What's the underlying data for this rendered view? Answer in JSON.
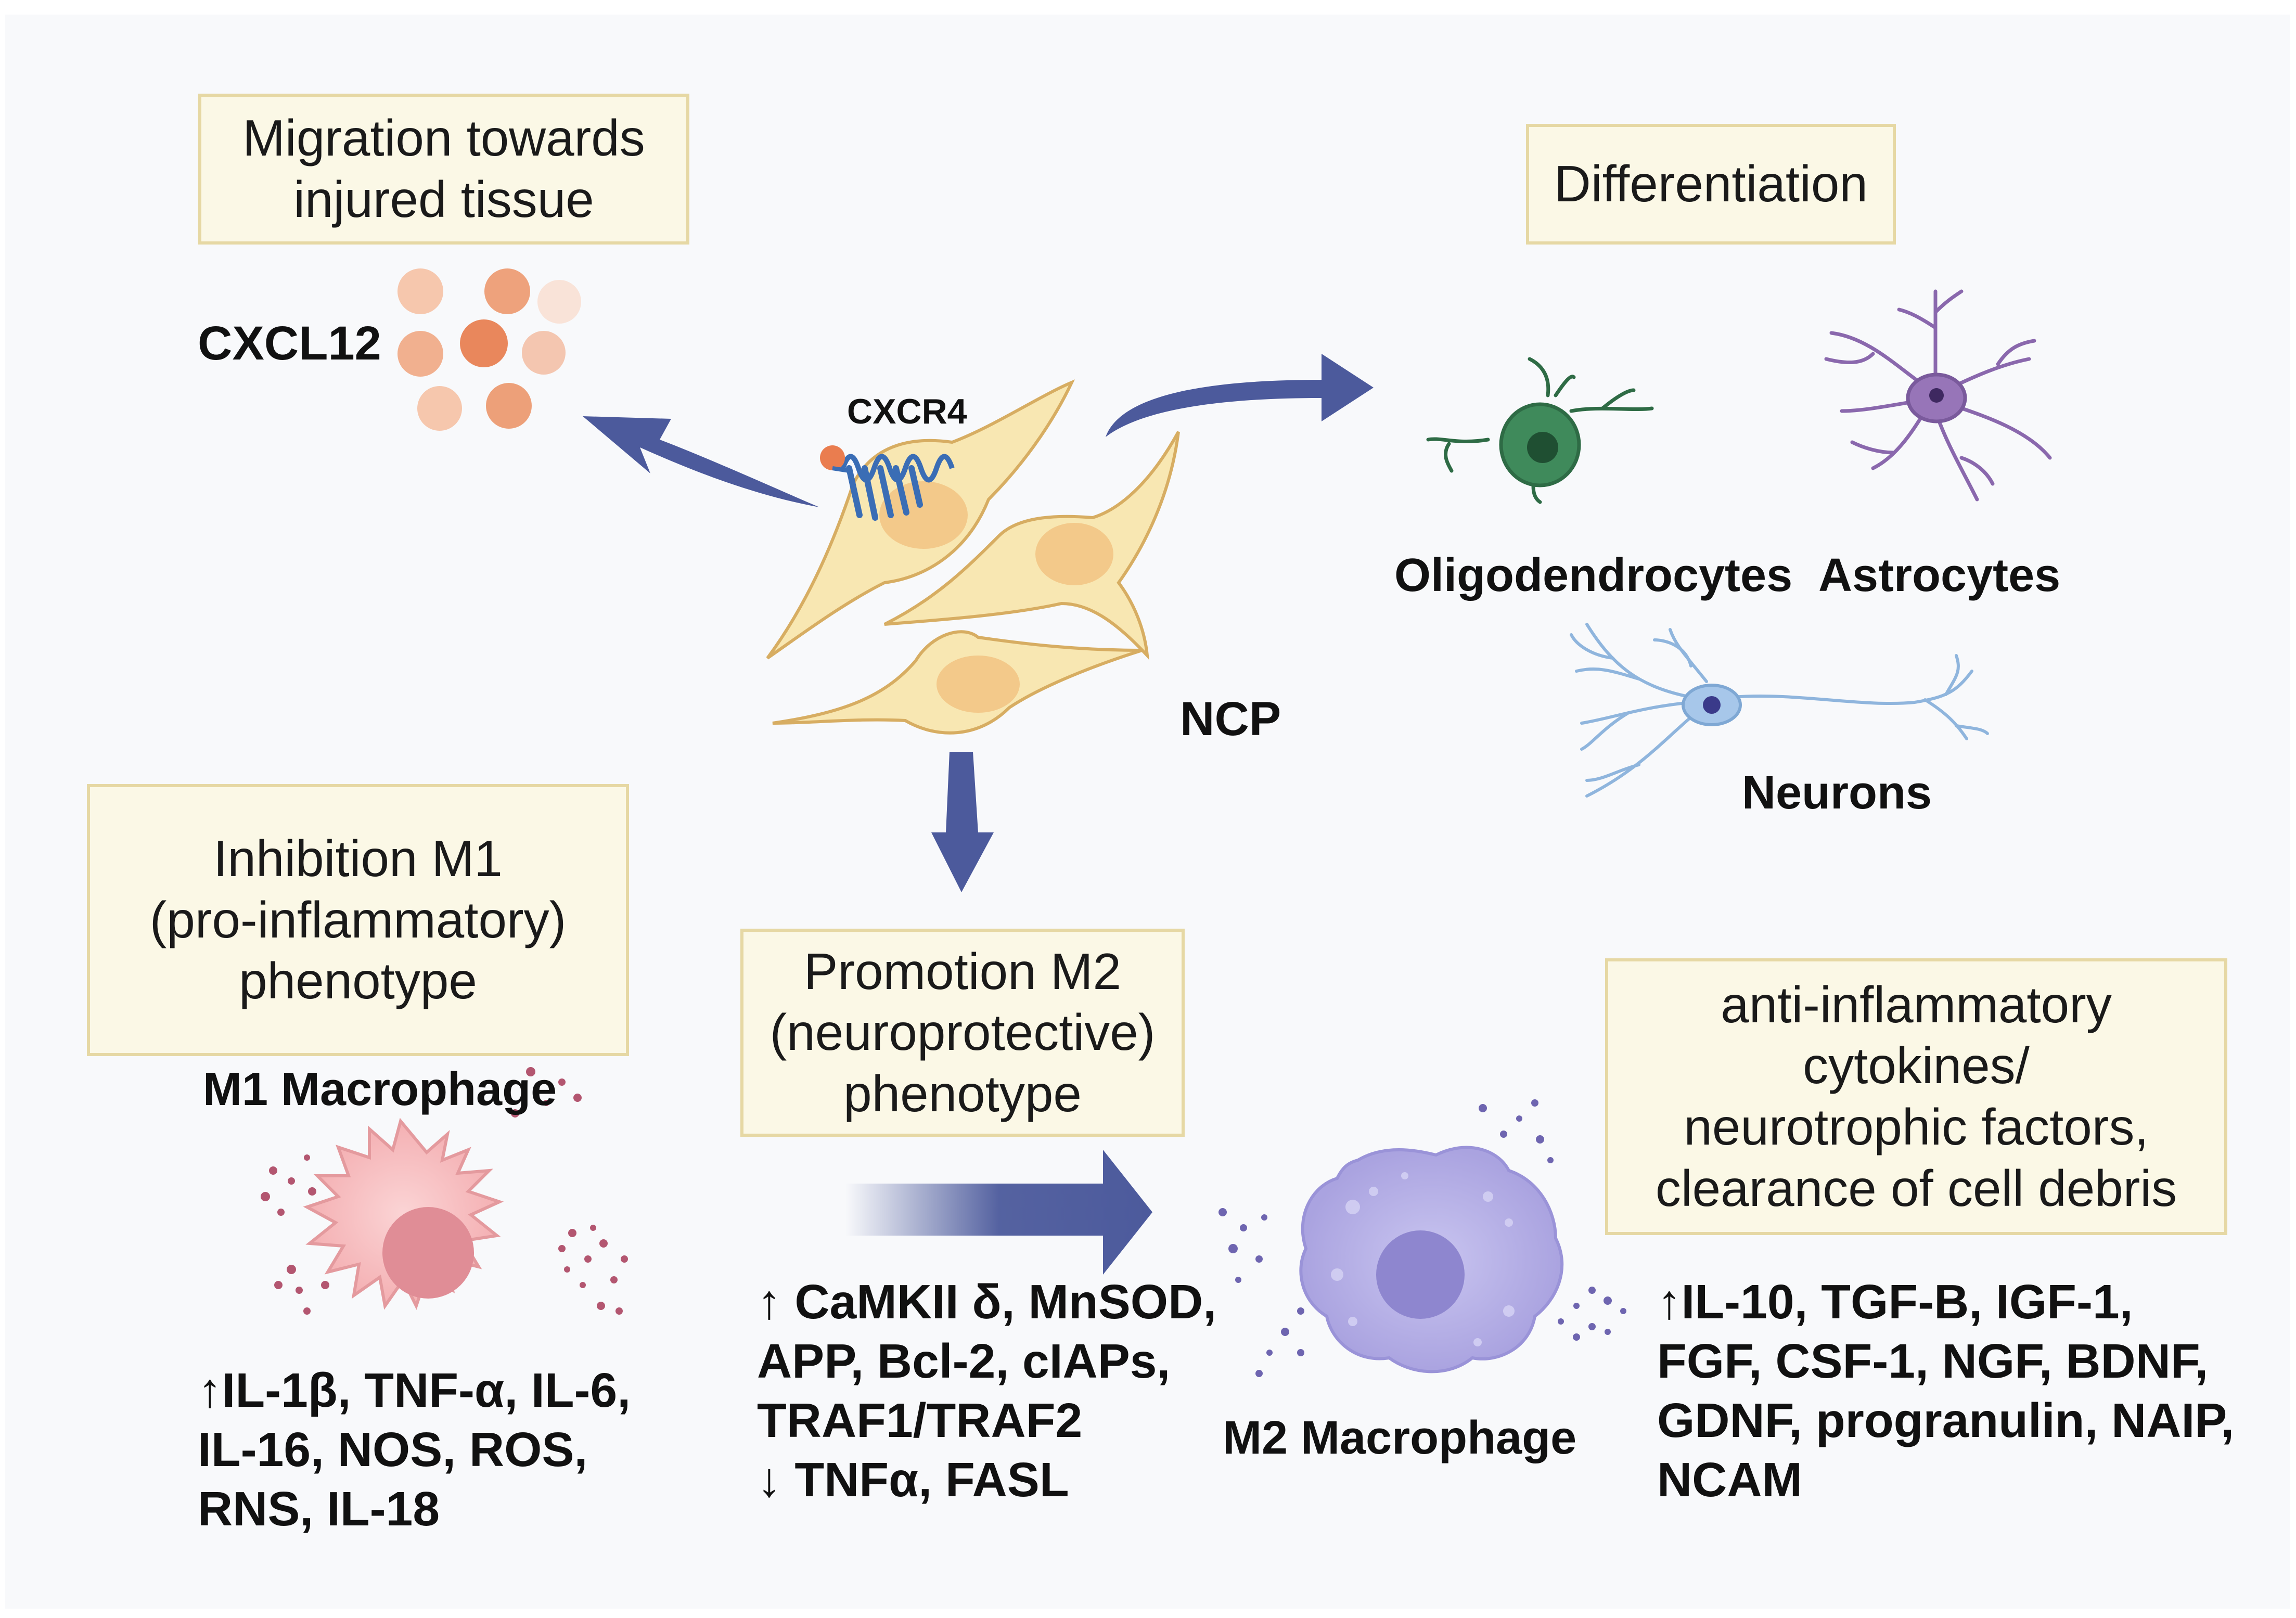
{
  "boxes": {
    "migration": [
      "Migration towards",
      "injured tissue"
    ],
    "differentiation": [
      "Differentiation"
    ],
    "inhibition": [
      "Inhibition M1",
      "(pro-inflammatory)",
      "phenotype"
    ],
    "promotion": [
      "Promotion M2",
      "(neuroprotective)",
      "phenotype"
    ],
    "anti_inflammatory": [
      "anti-inflammatory",
      "cytokines/",
      "neurotrophic factors,",
      "clearance of cell debris"
    ]
  },
  "labels": {
    "cxcl12": "CXCL12",
    "cxcr4": "CXCR4",
    "ncp": "NCP",
    "oligodendrocytes": "Oligodendrocytes",
    "astrocytes": "Astrocytes",
    "neurons": "Neurons",
    "m1_macrophage": "M1 Macrophage",
    "m2_macrophage": "M2 Macrophage"
  },
  "lists": {
    "m1_factors": [
      "↑IL-1β, TNF-α, IL-6,",
      "IL-16, NOS, ROS,",
      "RNS, IL-18"
    ],
    "ncp_factors": [
      "↑ CaMKII δ, MnSOD,",
      "APP, Bcl-2, cIAPs,",
      "TRAF1/TRAF2",
      "↓ TNFα, FASL"
    ],
    "m2_factors": [
      "↑IL-10, TGF-B, IGF-1,",
      "FGF, CSF-1, NGF, BDNF,",
      "GDNF, progranulin, NAIP,",
      "NCAM"
    ]
  },
  "colors": {
    "background": "#f8f9fb",
    "box_fill": "#fbf8e6",
    "box_border": "#e6d8a4",
    "arrow": "#4c5a9c",
    "ncp_cell": "#f8e7b2",
    "ncp_nucleus": "#f3c98a",
    "cxcl12_dot": "#ea8f68",
    "oligodendrocyte": "#3f8a5b",
    "astrocyte": "#9775b8",
    "neuron": "#8fb5dd",
    "m1_cell": "#f6b7b9",
    "m2_cell": "#b7b1e6"
  }
}
